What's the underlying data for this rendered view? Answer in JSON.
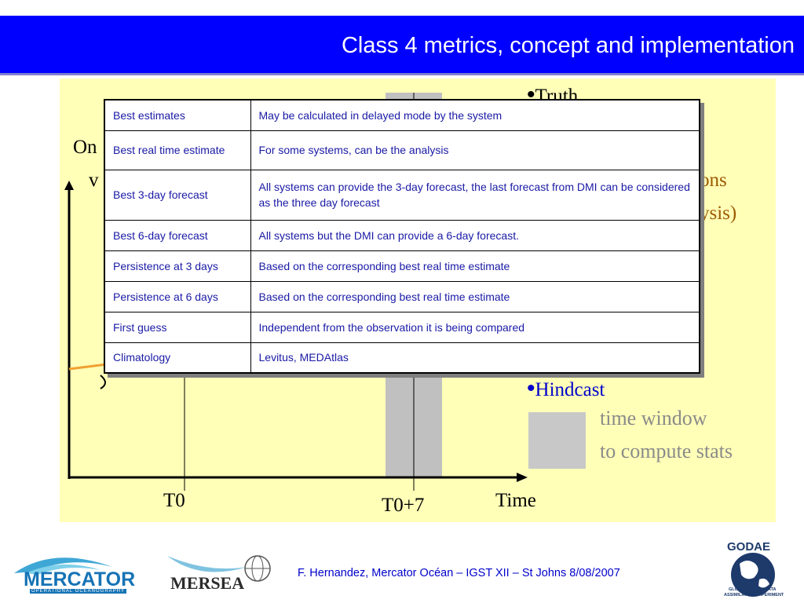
{
  "header": {
    "title": "Class 4 metrics, concept and implementation"
  },
  "diagram": {
    "y_axis_label_line1": "On",
    "y_axis_label_line2": "v",
    "x_axis_label": "Time",
    "tick_t0": "T0",
    "tick_t0_plus_7": "T0+7",
    "legend": {
      "truth": "Truth",
      "observations_suffix": "ons",
      "analysis_suffix": "ysis)",
      "hindcast": "Hindcast",
      "time_window_line1": "time window",
      "time_window_line2": "to compute stats"
    },
    "colors": {
      "background": "#ffffb8",
      "hindcast": "#0000cc",
      "observations": "#9c5a00",
      "window": "#c0c0c0",
      "persistence_line": "#f0a030"
    }
  },
  "table": {
    "rows": [
      {
        "metric": "Best estimates",
        "description": "May be calculated in delayed mode by the system"
      },
      {
        "metric": "Best real time estimate",
        "description": "For some systems, can be the analysis"
      },
      {
        "metric": "Best 3-day forecast",
        "description": "All systems can provide the 3-day forecast, the last forecast from DMI can be considered as the three day forecast"
      },
      {
        "metric": "Best 6-day forecast",
        "description": "All systems but the DMI can provide a 6-day forecast."
      },
      {
        "metric": "Persistence at 3 days",
        "description": "Based on the corresponding best real time estimate"
      },
      {
        "metric": "Persistence at 6 days",
        "description": "Based on the corresponding best real time estimate"
      },
      {
        "metric": "First guess",
        "description": "Independent from the observation it is being compared"
      },
      {
        "metric": "Climatology",
        "description": "Levitus, MEDAtlas"
      }
    ]
  },
  "footer": {
    "credit": "F. Hernandez, Mercator Océan – IGST XII – St Johns 8/08/2007",
    "mercator_name": "MERCATOR",
    "mercator_subtitle": "OPERATIONAL OCEANOGRAPHY",
    "mersea_name": "MERSEA",
    "godae_name": "GODAE",
    "godae_subtitle_line1": "GLOBAL OCEAN DATA",
    "godae_subtitle_line2": "ASSIMILATION EXPERIMENT"
  }
}
